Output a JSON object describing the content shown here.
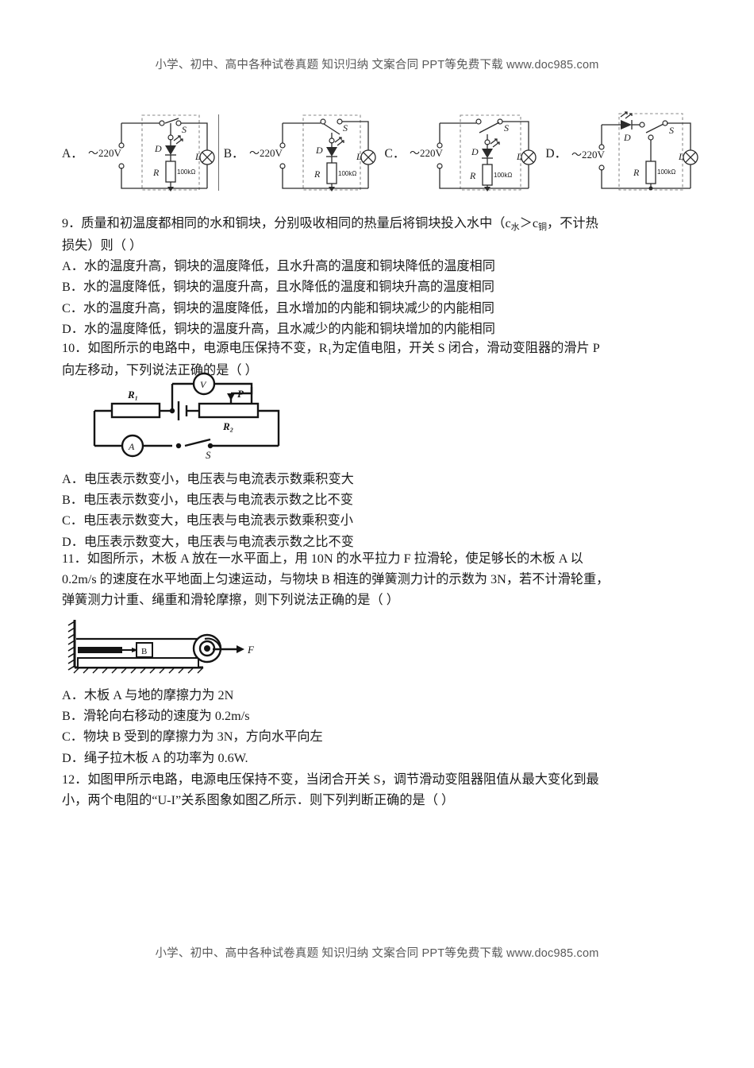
{
  "watermark": {
    "text": "小学、初中、高中各种试卷真题 知识归纳 文案合同 PPT等免费下载  www.doc985.com"
  },
  "circuit_choices": {
    "labels": [
      "A．",
      "B．",
      "C．",
      "D．"
    ],
    "source_label": "～220V",
    "components": {
      "switch": "S",
      "diode": "D",
      "resistor": "R",
      "resistor_value": "100kΩ",
      "lamp": "L"
    }
  },
  "questions": [
    {
      "number": "9．",
      "stem_line1": "质量和初温度都相同的水和铜块，分别吸收相同的热量后将铜块投入水中（c",
      "stem_sub1": "水",
      "stem_line1b": "＞c",
      "stem_sub2": "铜",
      "stem_line1c": "，不计热",
      "stem_line2": "损失）则（     ）",
      "options": [
        "A．水的温度升高，铜块的温度降低，且水升高的温度和铜块降低的温度相同",
        "B．水的温度降低，铜块的温度升高，且水降低的温度和铜块升高的温度相同",
        "C．水的温度升高，铜块的温度降低，且水增加的内能和铜块减少的内能相同",
        "D．水的温度降低，铜块的温度升高，且水减少的内能和铜块增加的内能相同"
      ]
    },
    {
      "number": "10．",
      "stem_line1a": "如图所示的电路中，电源电压保持不变，R",
      "stem_sub1": "1",
      "stem_line1b": "为定值电阻，开关 S 闭合，滑动变阻器的滑片 P",
      "stem_line2": "向左移动，下列说法正确的是（     ）",
      "figure": {
        "name": "rheostat-circuit",
        "labels": {
          "r1": "R₁",
          "r2": "R₂",
          "slider": "P",
          "voltmeter": "V",
          "ammeter": "A",
          "switch": "S"
        }
      },
      "options": [
        "A．电压表示数变小，电压表与电流表示数乘积变大",
        "B．电压表示数变小，电压表与电流表示数之比不变",
        "C．电压表示数变大，电压表与电流表示数乘积变小",
        "D．电压表示数变大，电压表与电流表示数之比不变"
      ]
    },
    {
      "number": "11．",
      "stem_line1": "如图所示，木板 A 放在一水平面上，用 10N 的水平拉力 F 拉滑轮，使足够长的木板 A 以",
      "stem_line2": "0.2m/s 的速度在水平地面上匀速运动，与物块 B 相连的弹簧测力计的示数为 3N，若不计滑轮重，",
      "stem_line3": "弹簧测力计重、绳重和滑轮摩擦，则下列说法正确的是（     ）",
      "figure": {
        "name": "pulley-board-diagram",
        "labels": {
          "block_b": "B",
          "force": "F"
        }
      },
      "options": [
        "A．木板 A 与地的摩擦力为 2N",
        "B．滑轮向右移动的速度为 0.2m/s",
        "C．物块 B 受到的摩擦力为 3N，方向水平向左",
        "D．绳子拉木板 A 的功率为 0.6W."
      ]
    },
    {
      "number": "12．",
      "stem_line1": "如图甲所示电路，电源电压保持不变，当闭合开关 S，调节滑动变阻器阻值从最大变化到最",
      "stem_line2": "小，两个电阻的“U‑I”关系图象如图乙所示．则下列判断正确的是（     ）"
    }
  ]
}
